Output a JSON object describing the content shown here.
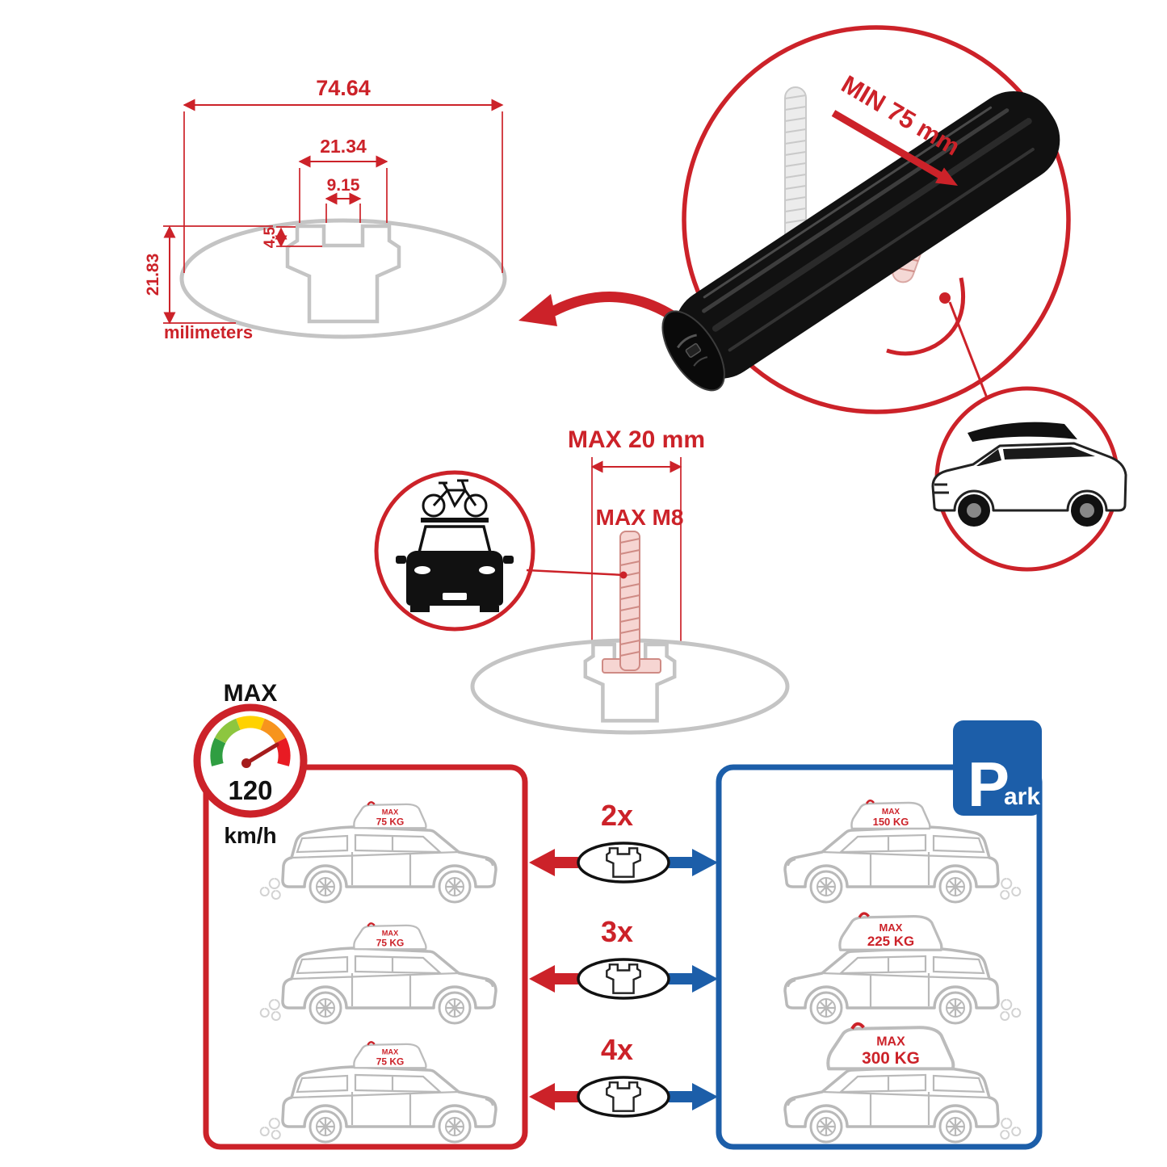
{
  "diagram": {
    "total_width": "74.64",
    "clamp_width": "21.34",
    "slot_width": "9.15",
    "slot_depth": "4.5",
    "profile_height": "21.83",
    "units": "milimeters"
  },
  "bar": {
    "min_label": "MIN 75 mm"
  },
  "bolt": {
    "max_length": "MAX 20 mm",
    "max_thread": "MAX M8"
  },
  "speed": {
    "label": "MAX",
    "value": "120",
    "unit": "km/h"
  },
  "park": {
    "p": "P",
    "ark": "ark"
  },
  "rows": [
    {
      "multiplier": "2x",
      "left_max": "MAX",
      "left_load": "75 KG",
      "right_max": "MAX",
      "right_load": "150 KG"
    },
    {
      "multiplier": "3x",
      "left_max": "MAX",
      "left_load": "75 KG",
      "right_max": "MAX",
      "right_load": "225 KG"
    },
    {
      "multiplier": "4x",
      "left_max": "MAX",
      "left_load": "75 KG",
      "right_max": "MAX",
      "right_load": "300 KG"
    }
  ],
  "colors": {
    "red": "#cc2229",
    "blue": "#1c5ea9",
    "gray": "#c4c4c4"
  }
}
